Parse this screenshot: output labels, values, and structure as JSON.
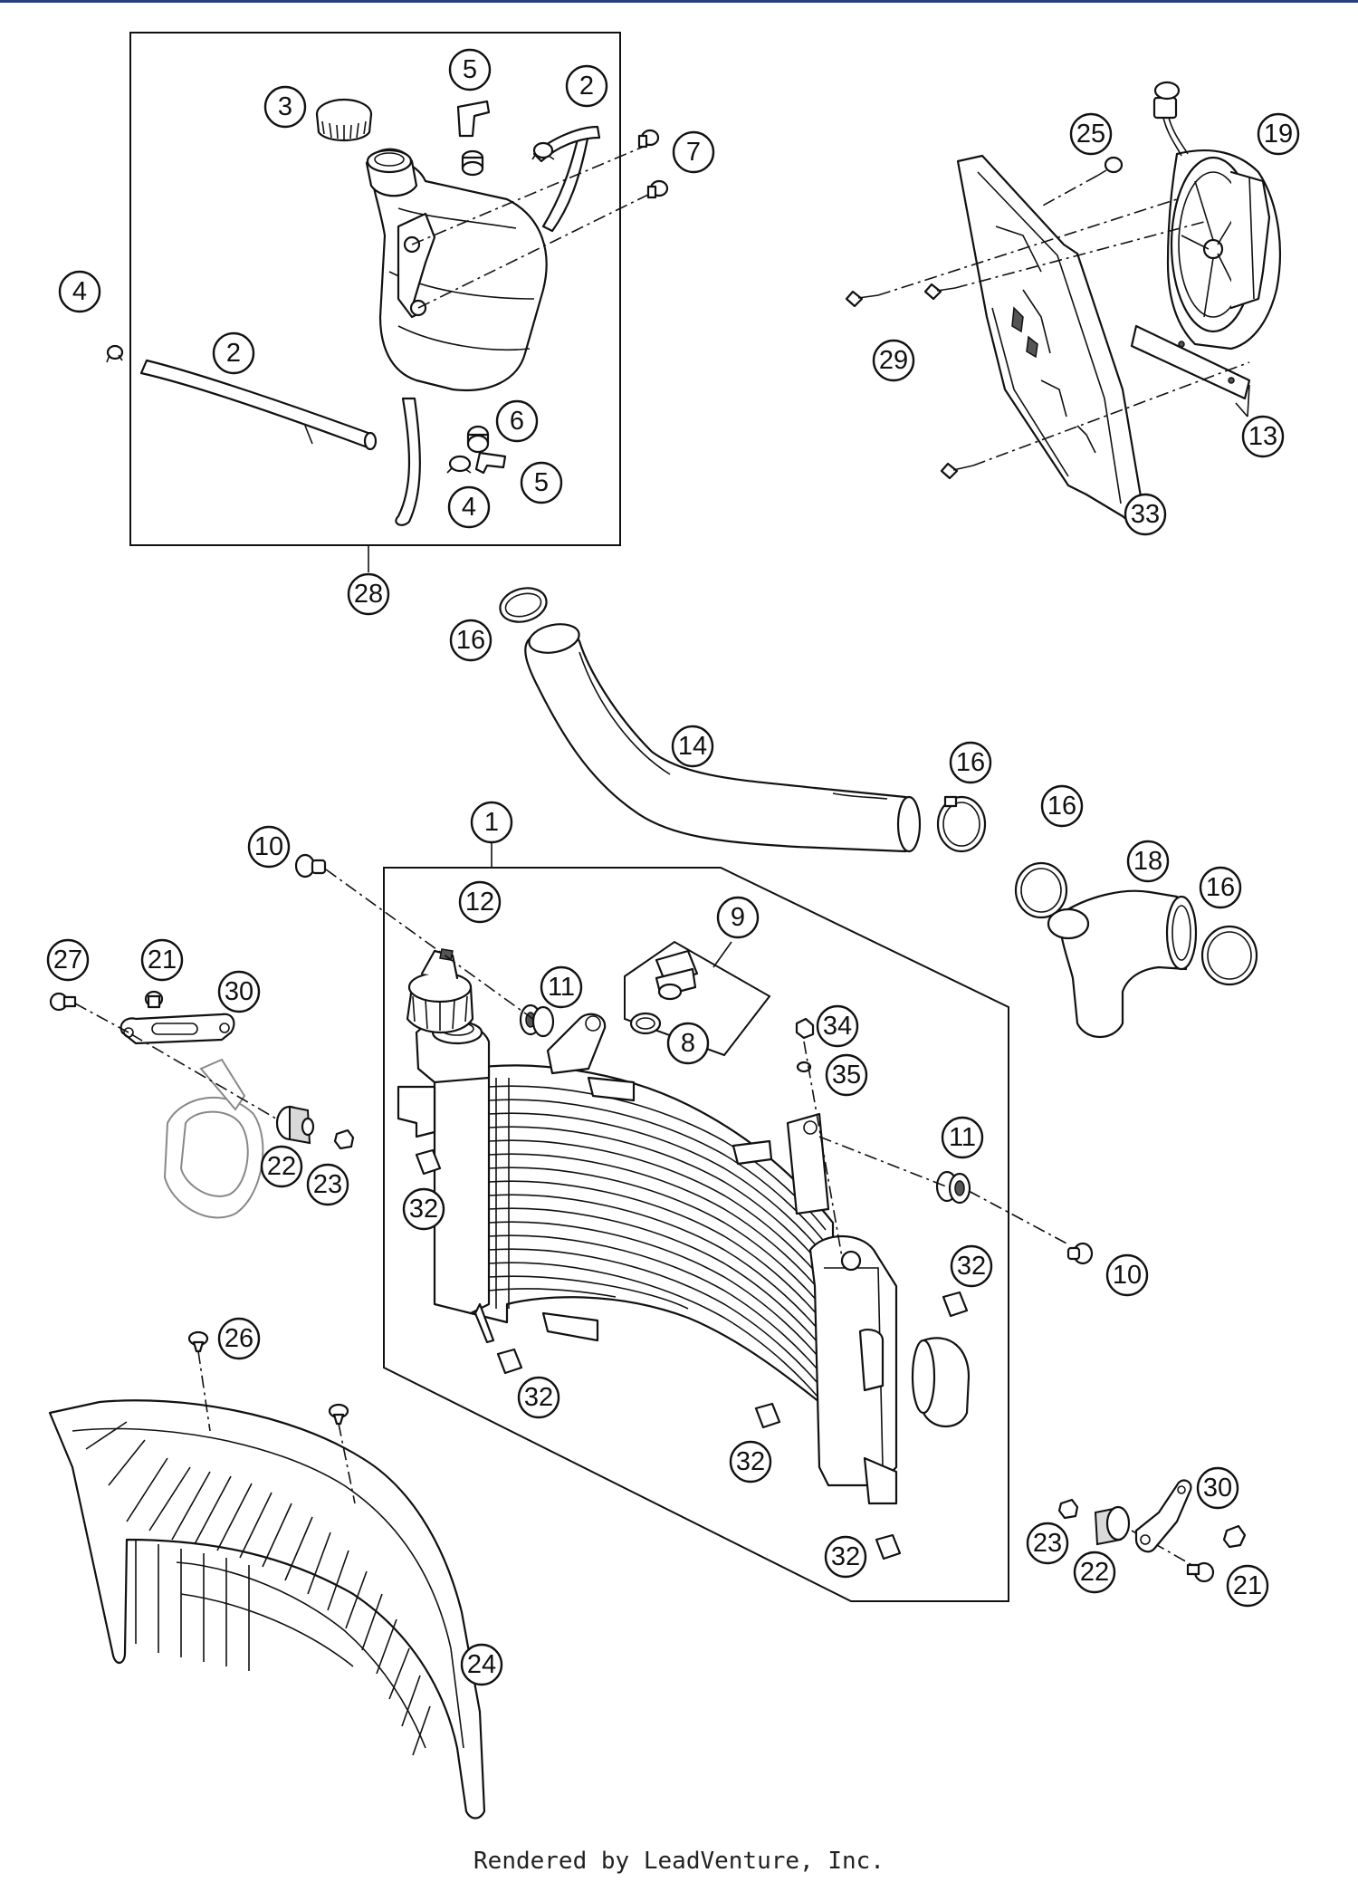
{
  "footer": {
    "text": "Rendered by LeadVenture, Inc."
  },
  "callouts": [
    {
      "label": "1"
    },
    {
      "label": "2"
    },
    {
      "label": "2"
    },
    {
      "label": "3"
    },
    {
      "label": "4"
    },
    {
      "label": "4"
    },
    {
      "label": "5"
    },
    {
      "label": "5"
    },
    {
      "label": "6"
    },
    {
      "label": "7"
    },
    {
      "label": "8"
    },
    {
      "label": "9"
    },
    {
      "label": "10"
    },
    {
      "label": "10"
    },
    {
      "label": "11"
    },
    {
      "label": "11"
    },
    {
      "label": "12"
    },
    {
      "label": "13"
    },
    {
      "label": "14"
    },
    {
      "label": "16"
    },
    {
      "label": "16"
    },
    {
      "label": "16"
    },
    {
      "label": "16"
    },
    {
      "label": "18"
    },
    {
      "label": "19"
    },
    {
      "label": "21"
    },
    {
      "label": "21"
    },
    {
      "label": "22"
    },
    {
      "label": "22"
    },
    {
      "label": "23"
    },
    {
      "label": "23"
    },
    {
      "label": "24"
    },
    {
      "label": "25"
    },
    {
      "label": "26"
    },
    {
      "label": "27"
    },
    {
      "label": "28"
    },
    {
      "label": "29"
    },
    {
      "label": "30"
    },
    {
      "label": "30"
    },
    {
      "label": "32"
    },
    {
      "label": "32"
    },
    {
      "label": "32"
    },
    {
      "label": "32"
    },
    {
      "label": "32"
    },
    {
      "label": "32"
    },
    {
      "label": "33"
    },
    {
      "label": "34"
    },
    {
      "label": "35"
    }
  ],
  "icons": {
    "expansion_tank": "expansion-tank-icon",
    "radiator": "radiator-icon",
    "fan": "fan-icon",
    "grille": "radiator-guard-icon",
    "hose": "hose-icon"
  }
}
